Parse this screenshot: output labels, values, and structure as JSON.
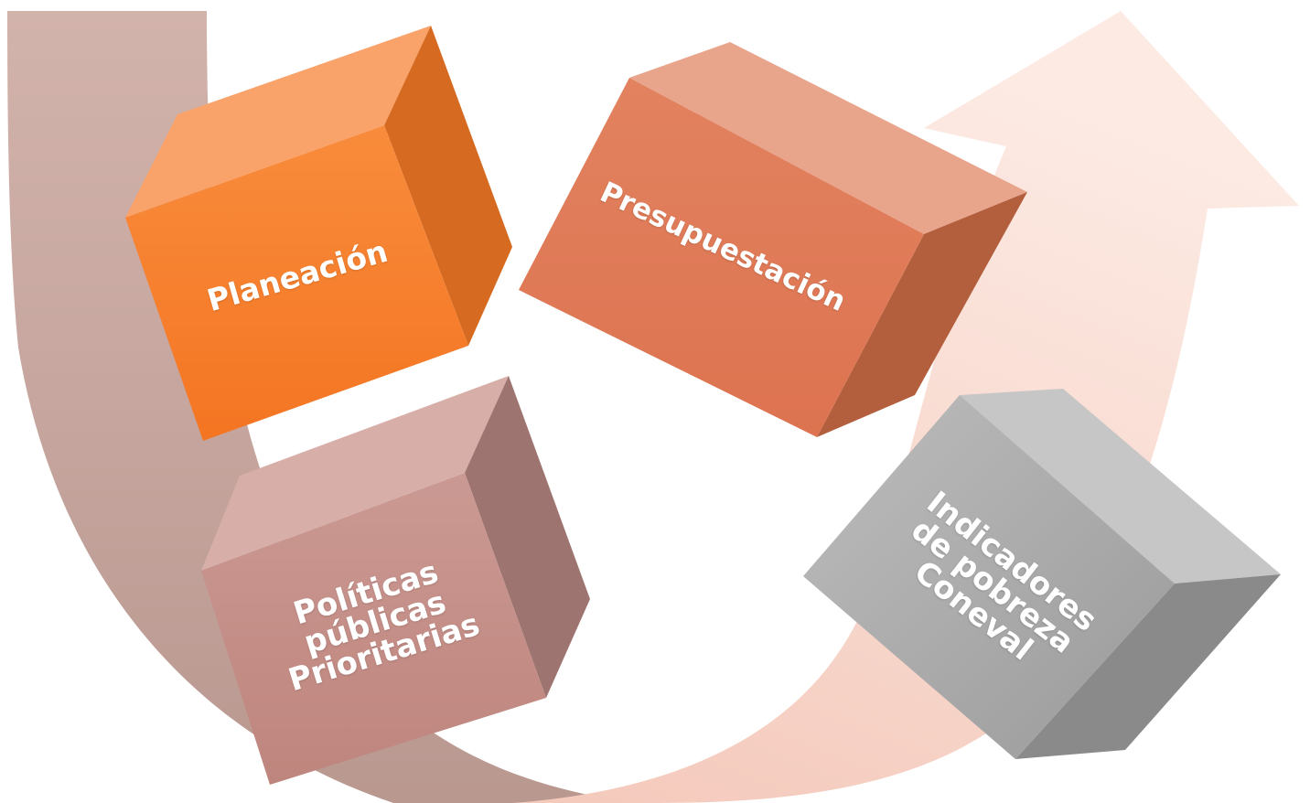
{
  "boxes": {
    "planeacion": {
      "label": "Planeación",
      "color": "#F7822D"
    },
    "presupuestacion": {
      "label": "Presupuestación",
      "color": "#E07A5A"
    },
    "politicas": {
      "label": "Políticas\npúblicas\nPrioritarias",
      "color": "#C4908A"
    },
    "indicadores": {
      "label": "Indicadores\nde pobreza\nConeval",
      "color": "#A8A8A8"
    }
  },
  "arrows": {
    "left_arc_color": "#C8A8A0",
    "right_arrow_color": "#F8D8CC"
  }
}
